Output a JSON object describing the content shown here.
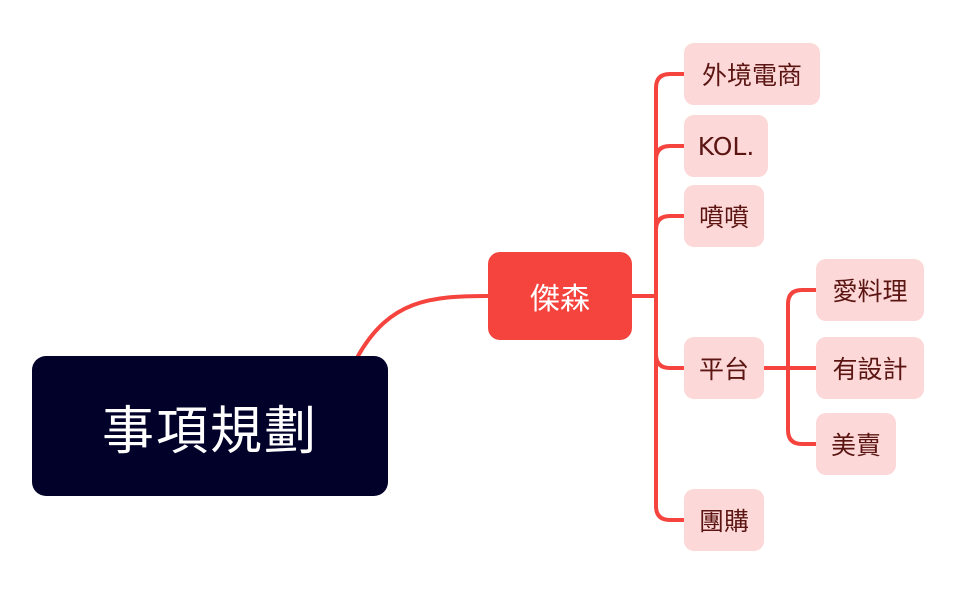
{
  "colors": {
    "root_bg": "#01012a",
    "main_bg": "#f5443e",
    "leaf_bg": "#fcd9d8",
    "leaf_text": "#5b1512",
    "connector": "#f5443e"
  },
  "mindmap": {
    "root": {
      "label": "事項規劃"
    },
    "main": {
      "label": "傑森"
    },
    "branches": [
      {
        "label": "外境電商"
      },
      {
        "label": "KOL."
      },
      {
        "label": "噴噴"
      },
      {
        "label": "平台",
        "children": [
          {
            "label": "愛料理"
          },
          {
            "label": "有設計"
          },
          {
            "label": "美賣"
          }
        ]
      },
      {
        "label": "團購"
      }
    ]
  }
}
